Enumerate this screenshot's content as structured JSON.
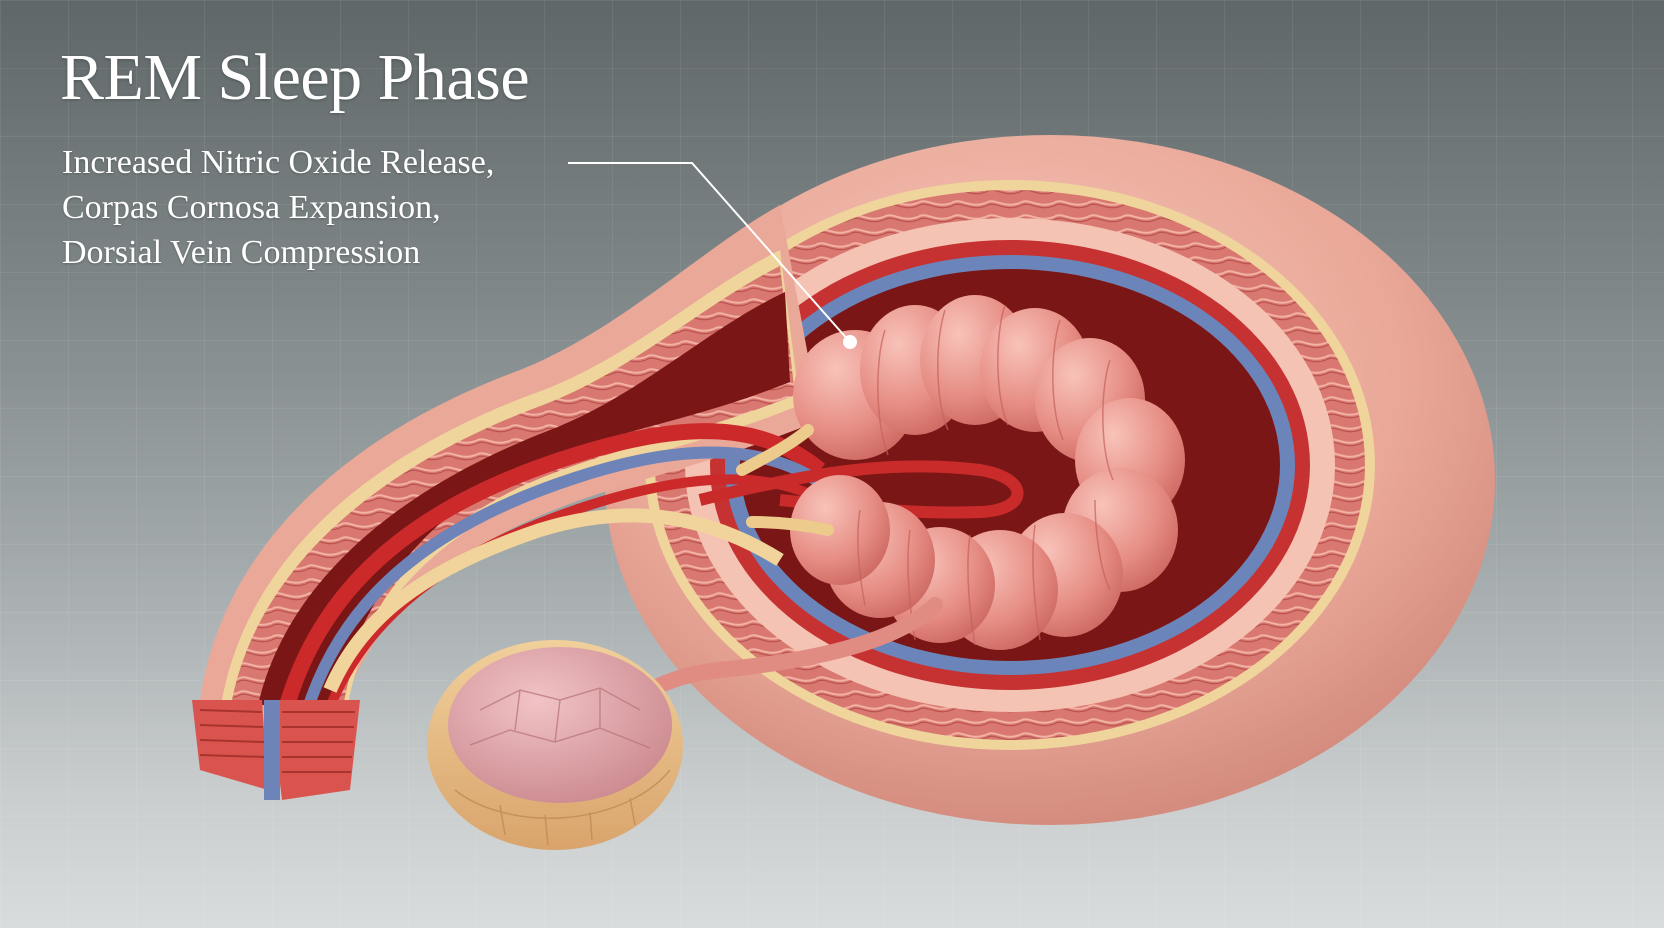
{
  "title": "REM Sleep Phase",
  "callout": {
    "lines": [
      "Increased Nitric Oxide Release,",
      "Corpas Cornosa Expansion,",
      "Dorsial Vein Compression"
    ]
  },
  "colors": {
    "background_top": "#5f6769",
    "background_bottom": "#d9dcdd",
    "tissue_outer": "#e8a597",
    "tissue_inner": "#f1bcae",
    "muscle_layer": "#c9655e",
    "fat_layer": "#efd39a",
    "cavity": "#7a1717",
    "artery": "#cc2a2a",
    "vein": "#6e83b8",
    "coiled_tube": "#e88e86",
    "gland": "#dba0a0",
    "gland_base": "#e9c289",
    "callout_text": "#ffffff"
  }
}
